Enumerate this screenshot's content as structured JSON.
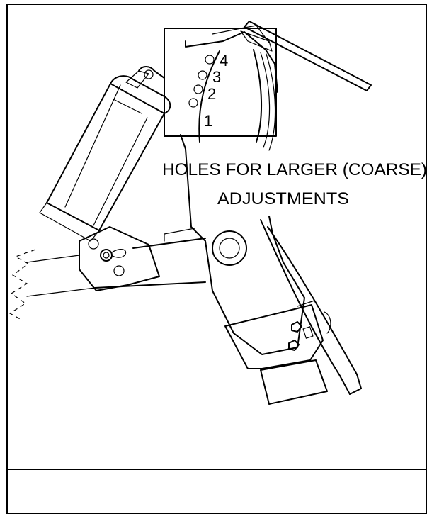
{
  "diagram": {
    "hole_numbers": [
      "4",
      "3",
      "2",
      "1"
    ],
    "callout_line1": "HOLES FOR LARGER (COARSE)",
    "callout_line2": "ADJUSTMENTS"
  },
  "colors": {
    "line": "#000000",
    "background": "#ffffff"
  }
}
